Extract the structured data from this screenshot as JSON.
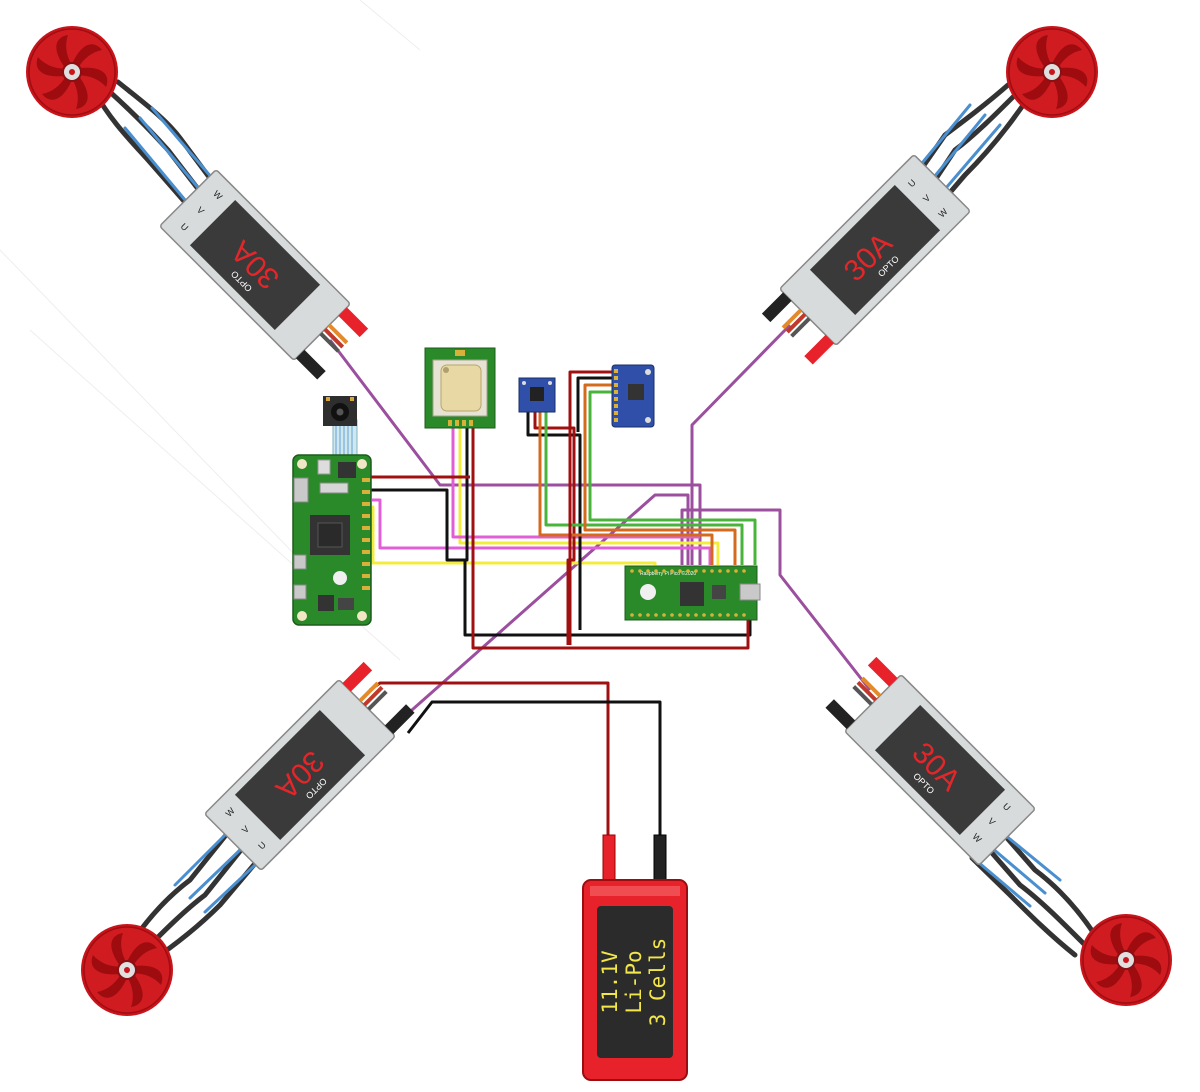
{
  "diagram": {
    "esc": {
      "rating": "30A",
      "opto_label": "OPTO",
      "pin_u": "U",
      "pin_v": "V",
      "pin_w": "W"
    },
    "battery": {
      "voltage": "11.1V",
      "chemistry": "Li-Po",
      "cells": "3 Cells"
    },
    "pico": {
      "label": "Raspberry Pi Pico ©2020"
    },
    "colors": {
      "motor": "#c8141a",
      "esc_body": "#d8dbdc",
      "esc_panel": "#3a3a3a",
      "wire_red": "#a01010",
      "wire_black": "#111111",
      "wire_purple": "#9b4f9e",
      "wire_yellow": "#f2ec3c",
      "wire_magenta": "#e05fd6",
      "wire_orange": "#d46a1e",
      "wire_green": "#49b43c",
      "wire_blue": "#4a8fd0",
      "battery_red": "#e8222a",
      "battery_text": "#f2e64a",
      "pcb_green": "#2a8a2a",
      "imu_blue": "#2f4fa8"
    }
  }
}
